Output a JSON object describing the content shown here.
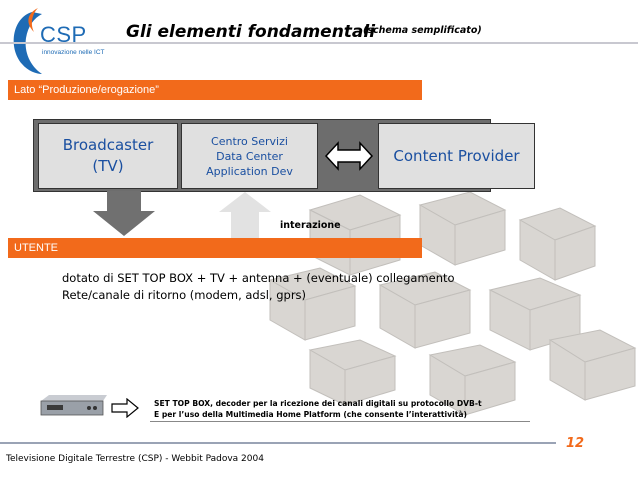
{
  "logo": {
    "name": "CSP",
    "tagline": "innovazione nelle ICT"
  },
  "header": {
    "title": "Gli elementi fondamentali",
    "subtitle": "(schema semplificato)"
  },
  "production_bar": "Lato “Produzione/erogazione”",
  "boxes": {
    "broadcaster": [
      "Broadcaster",
      "(TV)"
    ],
    "centro_servizi": [
      "Centro Servizi",
      "Data Center",
      "Application Dev"
    ],
    "content_provider": "Content Provider"
  },
  "interaction_label": "interazione",
  "user_bar": "UTENTE",
  "user_description": [
    "dotato di SET TOP BOX + TV + antenna + (eventuale) collegamento",
    "Rete/canale di ritorno (modem, adsl, gprs)"
  ],
  "note": [
    "SET TOP BOX, decoder per la ricezione dei canali digitali su protocollo DVB-t",
    "E per l’uso della Multimedia Home Platform (che consente l’interattività)"
  ],
  "page_number": "12",
  "footer": "Televisione Digitale Terrestre (CSP) - Webbit Padova 2004",
  "colors": {
    "accent": "#f26a1b",
    "brand_blue": "#1e6bb5",
    "box_text": "#1a4fa0"
  }
}
